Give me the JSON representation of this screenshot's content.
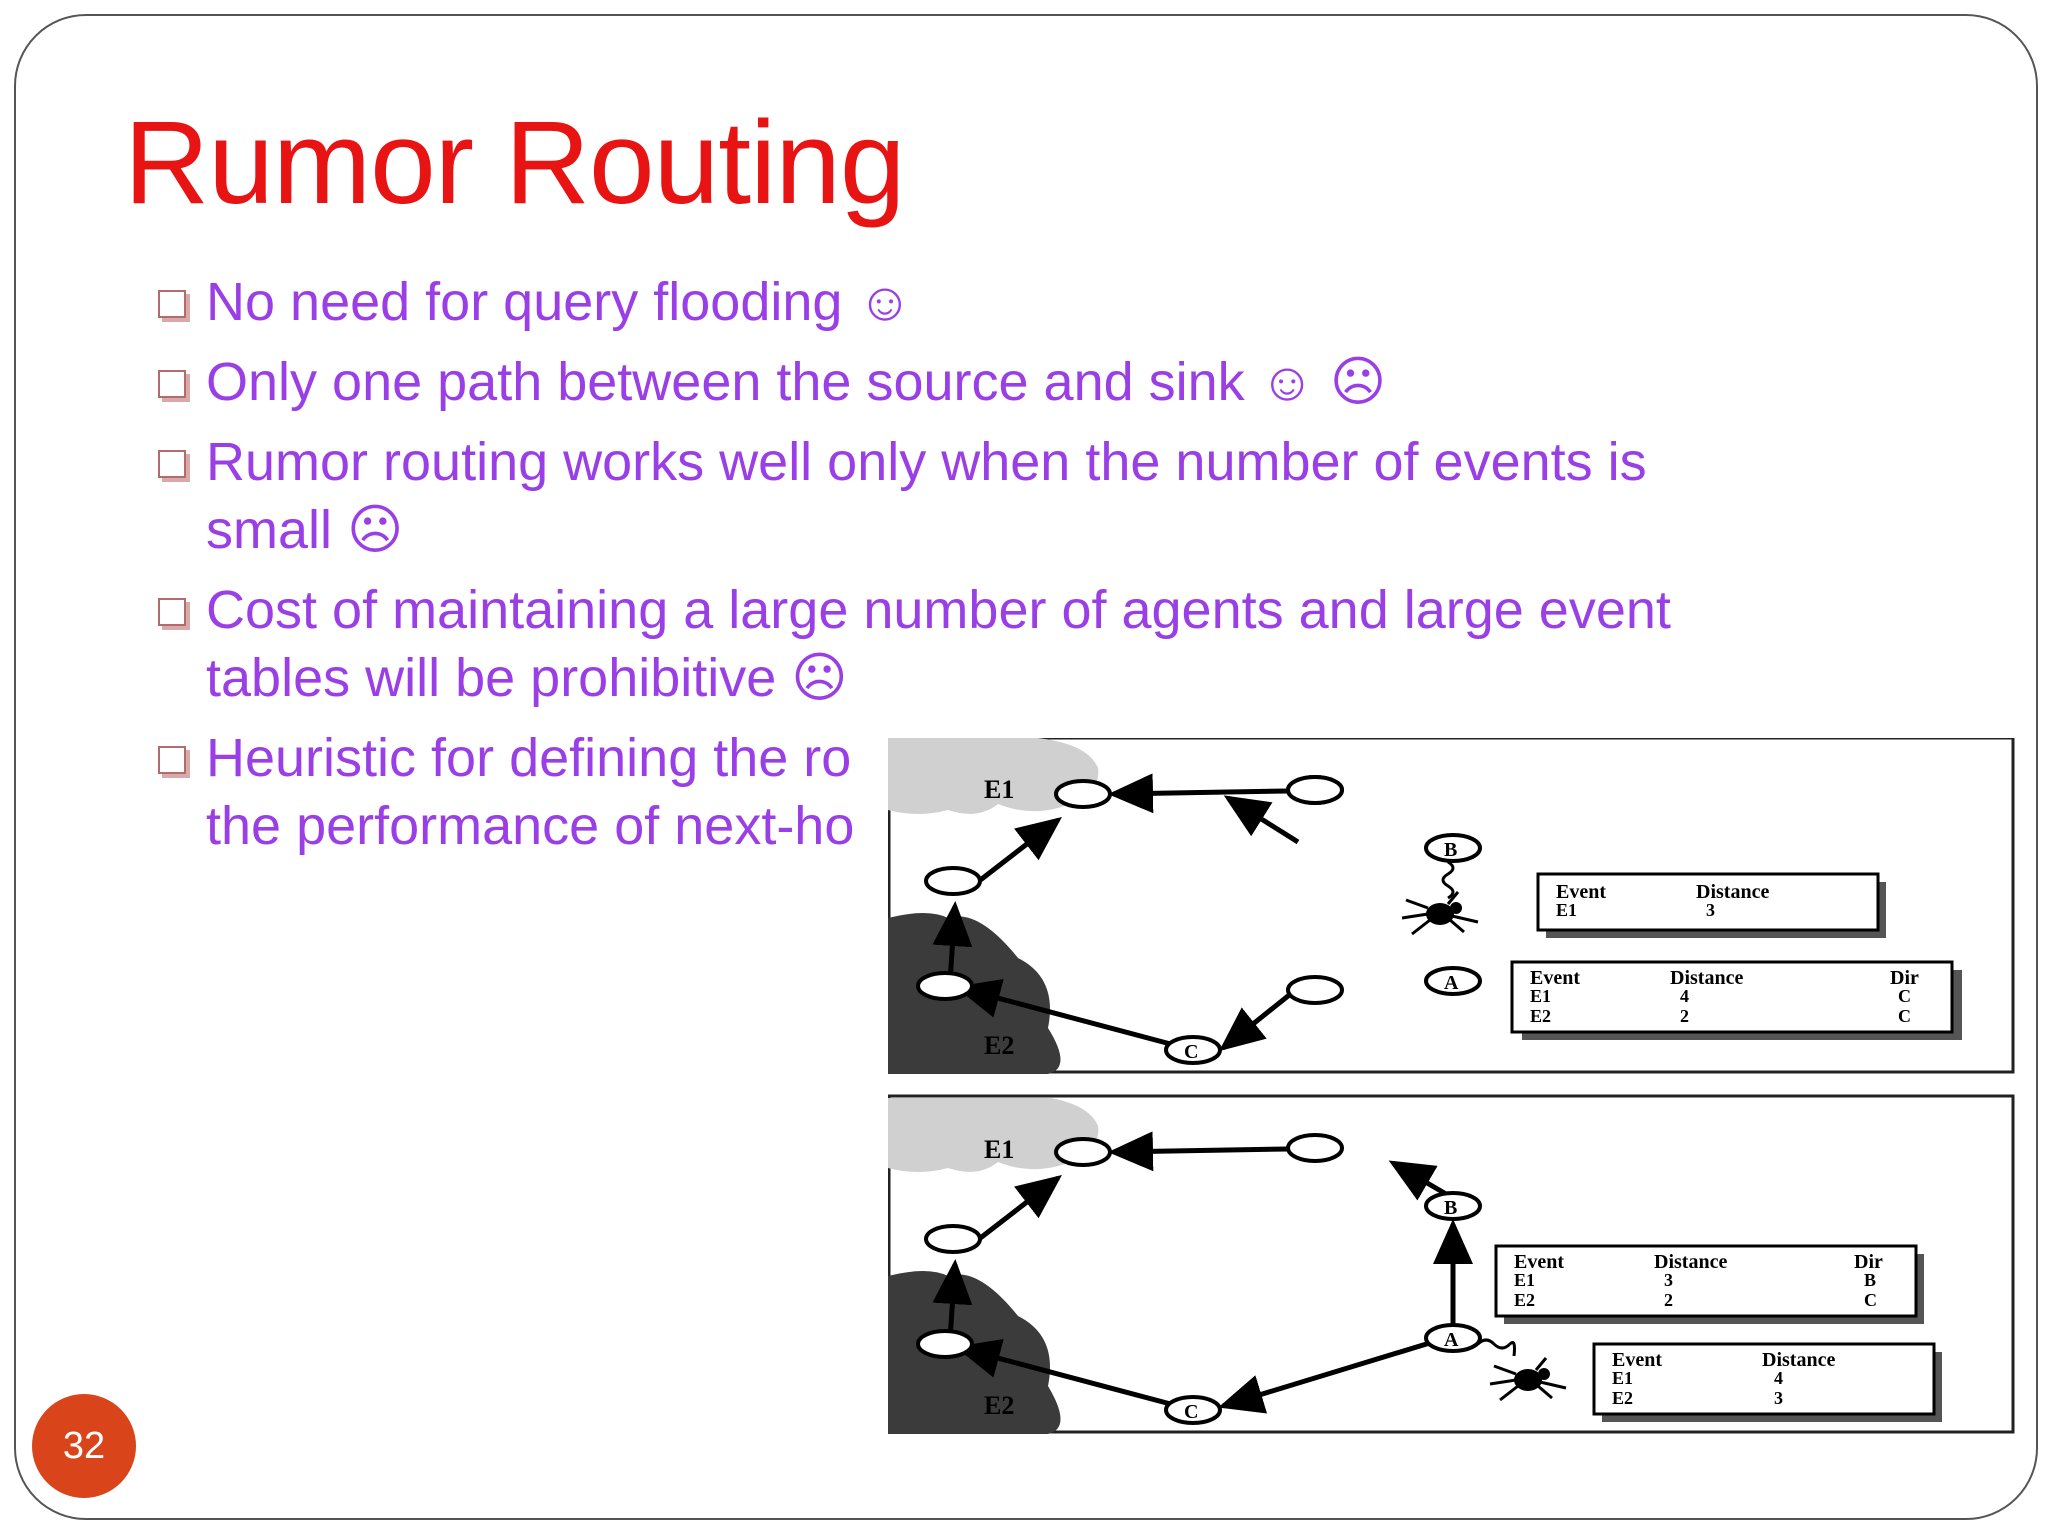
{
  "slide": {
    "title": "Rumor Routing",
    "page_number": "32",
    "bullets": [
      {
        "text": "No need for query flooding ☺"
      },
      {
        "text": "Only one path between the source and sink ☺ ☹"
      },
      {
        "text": "Rumor routing works well only when the number of events is small ☹"
      },
      {
        "text": "Cost of maintaining a large number of agents and large event tables will be prohibitive ☹"
      },
      {
        "text": "Heuristic for defining the ro"
      },
      {
        "text": "the performance of next-ho"
      }
    ]
  },
  "figure": {
    "top": {
      "region_labels": [
        "E1",
        "E2"
      ],
      "node_labels": [
        "B",
        "A",
        "C"
      ],
      "table_b": {
        "headers": [
          "Event",
          "Distance"
        ],
        "rows": [
          [
            "E1",
            "3"
          ]
        ]
      },
      "table_a": {
        "headers": [
          "Event",
          "Distance",
          "Dir"
        ],
        "rows": [
          [
            "E1",
            "4",
            "C"
          ],
          [
            "E2",
            "2",
            "C"
          ]
        ]
      }
    },
    "bottom": {
      "region_labels": [
        "E1",
        "E2"
      ],
      "node_labels": [
        "B",
        "A",
        "C"
      ],
      "table_b": {
        "headers": [
          "Event",
          "Distance",
          "Dir"
        ],
        "rows": [
          [
            "E1",
            "3",
            "B"
          ],
          [
            "E2",
            "2",
            "C"
          ]
        ]
      },
      "table_a": {
        "headers": [
          "Event",
          "Distance"
        ],
        "rows": [
          [
            "E1",
            "4"
          ],
          [
            "E2",
            "3"
          ]
        ]
      }
    }
  }
}
